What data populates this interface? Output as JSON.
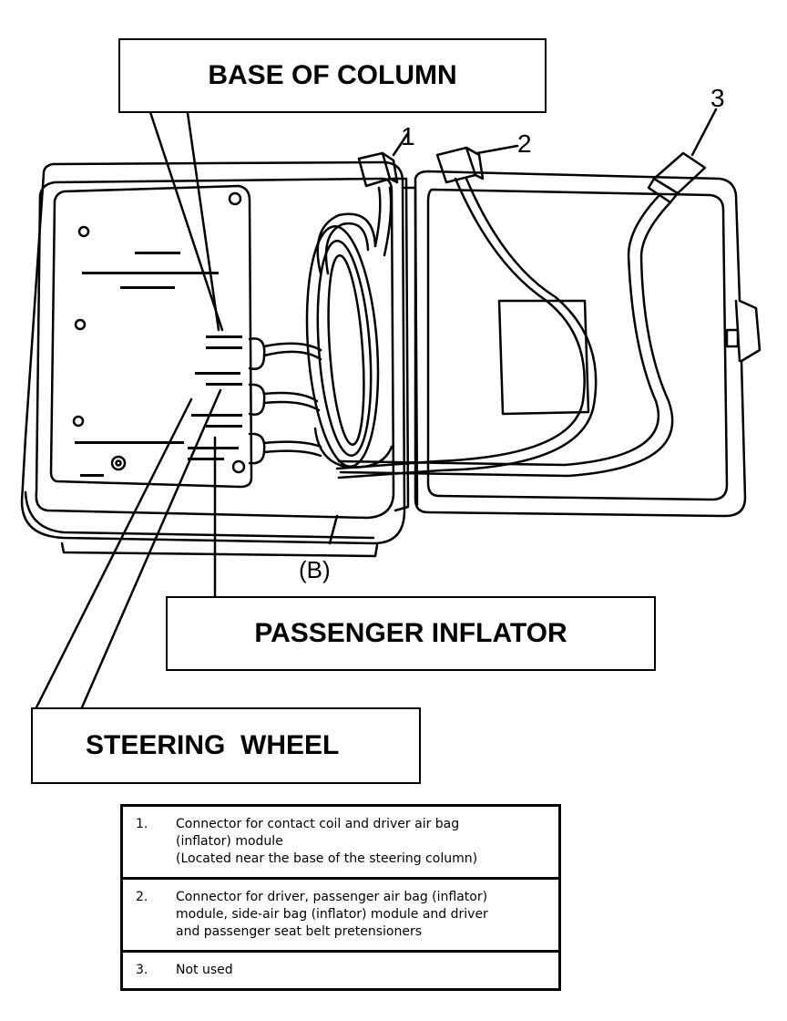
{
  "callouts": {
    "base_of_column": "BASE OF COLUMN",
    "passenger_inflator": "PASSENGER INFLATOR",
    "steering_wheel": "STEERING  WHEEL"
  },
  "connector_numbers": [
    "1",
    "2",
    "3"
  ],
  "base_label": "(B)",
  "legend": [
    {
      "num": "1.",
      "lines": [
        "Connector for contact coil and driver air bag",
        "(inflator) module",
        "(Located near the base of the steering column)"
      ]
    },
    {
      "num": "2.",
      "lines": [
        "Connector for driver, passenger air bag (inflator)",
        "module, side-air bag (inflator) module and driver",
        "and passenger seat belt pretensioners"
      ]
    },
    {
      "num": "3.",
      "lines": [
        "Not used"
      ]
    }
  ]
}
